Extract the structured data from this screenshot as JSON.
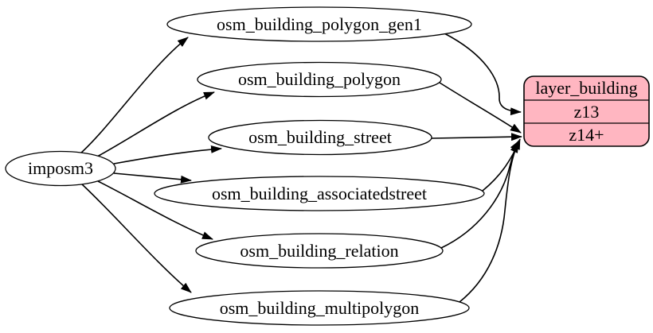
{
  "diagram": {
    "background_color": "#ffffff",
    "edge_color": "#000000",
    "node_stroke_color": "#000000",
    "node_fill_color": "#ffffff",
    "source": {
      "label": "imposm3"
    },
    "tables": [
      {
        "label": "osm_building_polygon_gen1"
      },
      {
        "label": "osm_building_polygon"
      },
      {
        "label": "osm_building_street"
      },
      {
        "label": "osm_building_associatedstreet"
      },
      {
        "label": "osm_building_relation"
      },
      {
        "label": "osm_building_multipolygon"
      }
    ],
    "layer": {
      "title": "layer_building",
      "zoom_rows": [
        {
          "label": "z13"
        },
        {
          "label": "z14+"
        }
      ],
      "fill_color": "#ffb6c1"
    },
    "edges": [
      {
        "from": "imposm3",
        "to": "osm_building_polygon_gen1"
      },
      {
        "from": "imposm3",
        "to": "osm_building_polygon"
      },
      {
        "from": "imposm3",
        "to": "osm_building_street"
      },
      {
        "from": "imposm3",
        "to": "osm_building_associatedstreet"
      },
      {
        "from": "imposm3",
        "to": "osm_building_relation"
      },
      {
        "from": "imposm3",
        "to": "osm_building_multipolygon"
      },
      {
        "from": "osm_building_polygon_gen1",
        "to": "layer_building",
        "to_row": "z13"
      },
      {
        "from": "osm_building_polygon",
        "to": "layer_building",
        "to_row": "z14+"
      },
      {
        "from": "osm_building_street",
        "to": "layer_building",
        "to_row": "z14+"
      },
      {
        "from": "osm_building_associatedstreet",
        "to": "layer_building",
        "to_row": "z14+"
      },
      {
        "from": "osm_building_relation",
        "to": "layer_building",
        "to_row": "z14+"
      },
      {
        "from": "osm_building_multipolygon",
        "to": "layer_building",
        "to_row": "z14+"
      }
    ]
  }
}
